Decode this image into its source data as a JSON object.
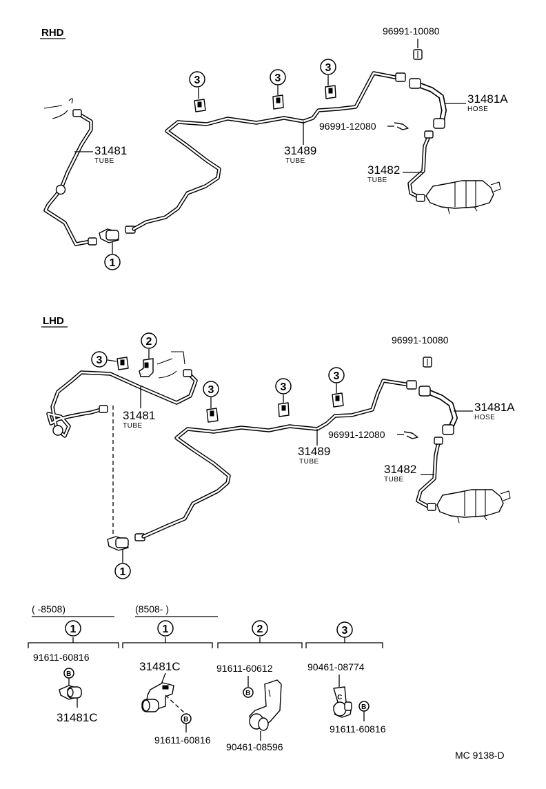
{
  "sections": {
    "rhd": "RHD",
    "lhd": "LHD"
  },
  "callouts": {
    "one": "1",
    "two": "2",
    "three": "3",
    "b": "B",
    "c": "C"
  },
  "parts": {
    "clip_small": "96991-10080",
    "clip_spring": "96991-12080",
    "hose": "31481A",
    "hose_sub": "HOSE",
    "tube_31481": "31481",
    "tube_31489": "31489",
    "tube_31482": "31482",
    "tube_sub": "TUBE"
  },
  "legend": {
    "col1_range": "(       -8508)",
    "col2_range": "(8508-        )",
    "col1_bolt": "91611-60816",
    "col1_part": "31481C",
    "col2_part": "31481C",
    "col2_bolt": "91611-60816",
    "col3_bolt": "91611-60612",
    "col3_clamp": "90461-08596",
    "col4_clamp": "90461-08774",
    "col4_bolt": "91611-60816"
  },
  "diagram_code": "MC 9138-D"
}
